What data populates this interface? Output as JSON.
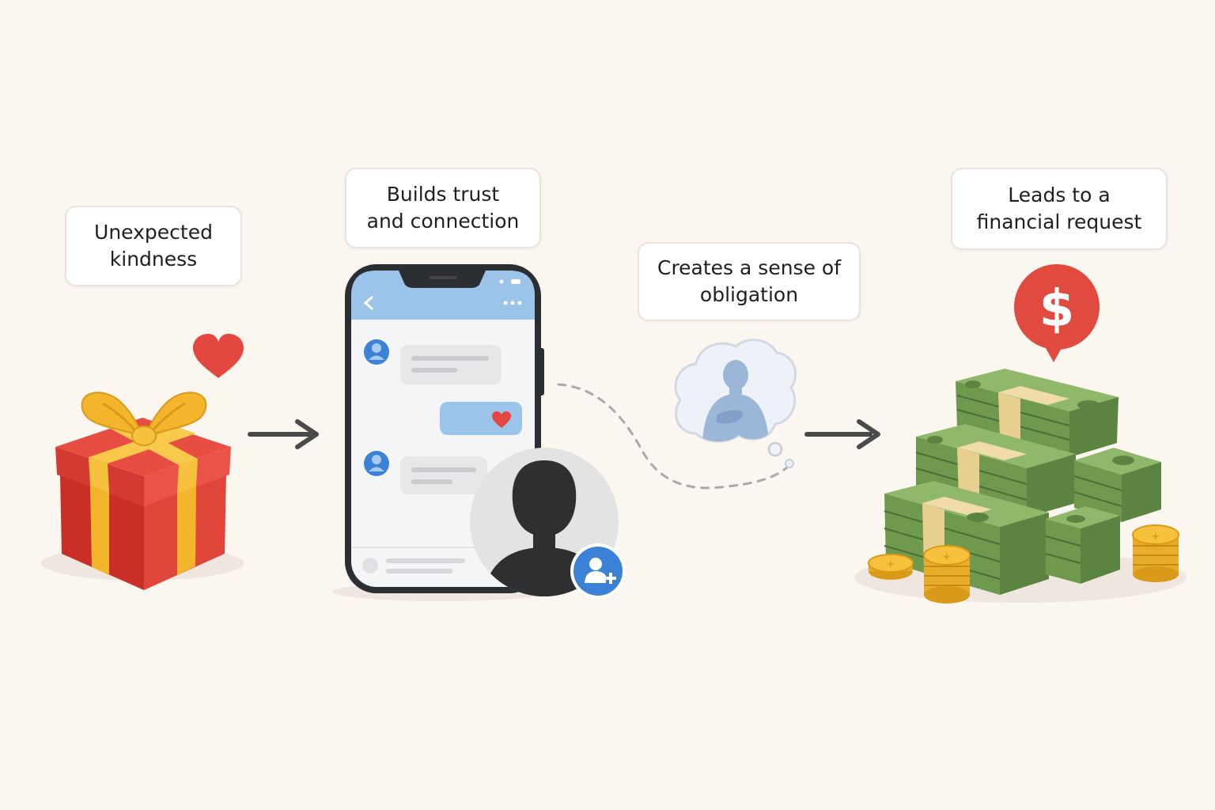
{
  "steps": [
    {
      "label": "Unexpected\nkindness"
    },
    {
      "label": "Builds trust\nand connection"
    },
    {
      "label": "Creates a sense of\nobligation"
    },
    {
      "label": "Leads to a\nfinancial request"
    }
  ],
  "money_bubble": {
    "symbol": "$"
  },
  "colors": {
    "background": "#fcf6f1",
    "gift_red": "#d9382f",
    "ribbon_gold": "#f2b52c",
    "heart": "#e4473f",
    "phone_header": "#9cc3ea",
    "accent_blue": "#3b82d6",
    "money_green": "#6f9a4e",
    "dollar_bubble": "#e04a3f"
  }
}
